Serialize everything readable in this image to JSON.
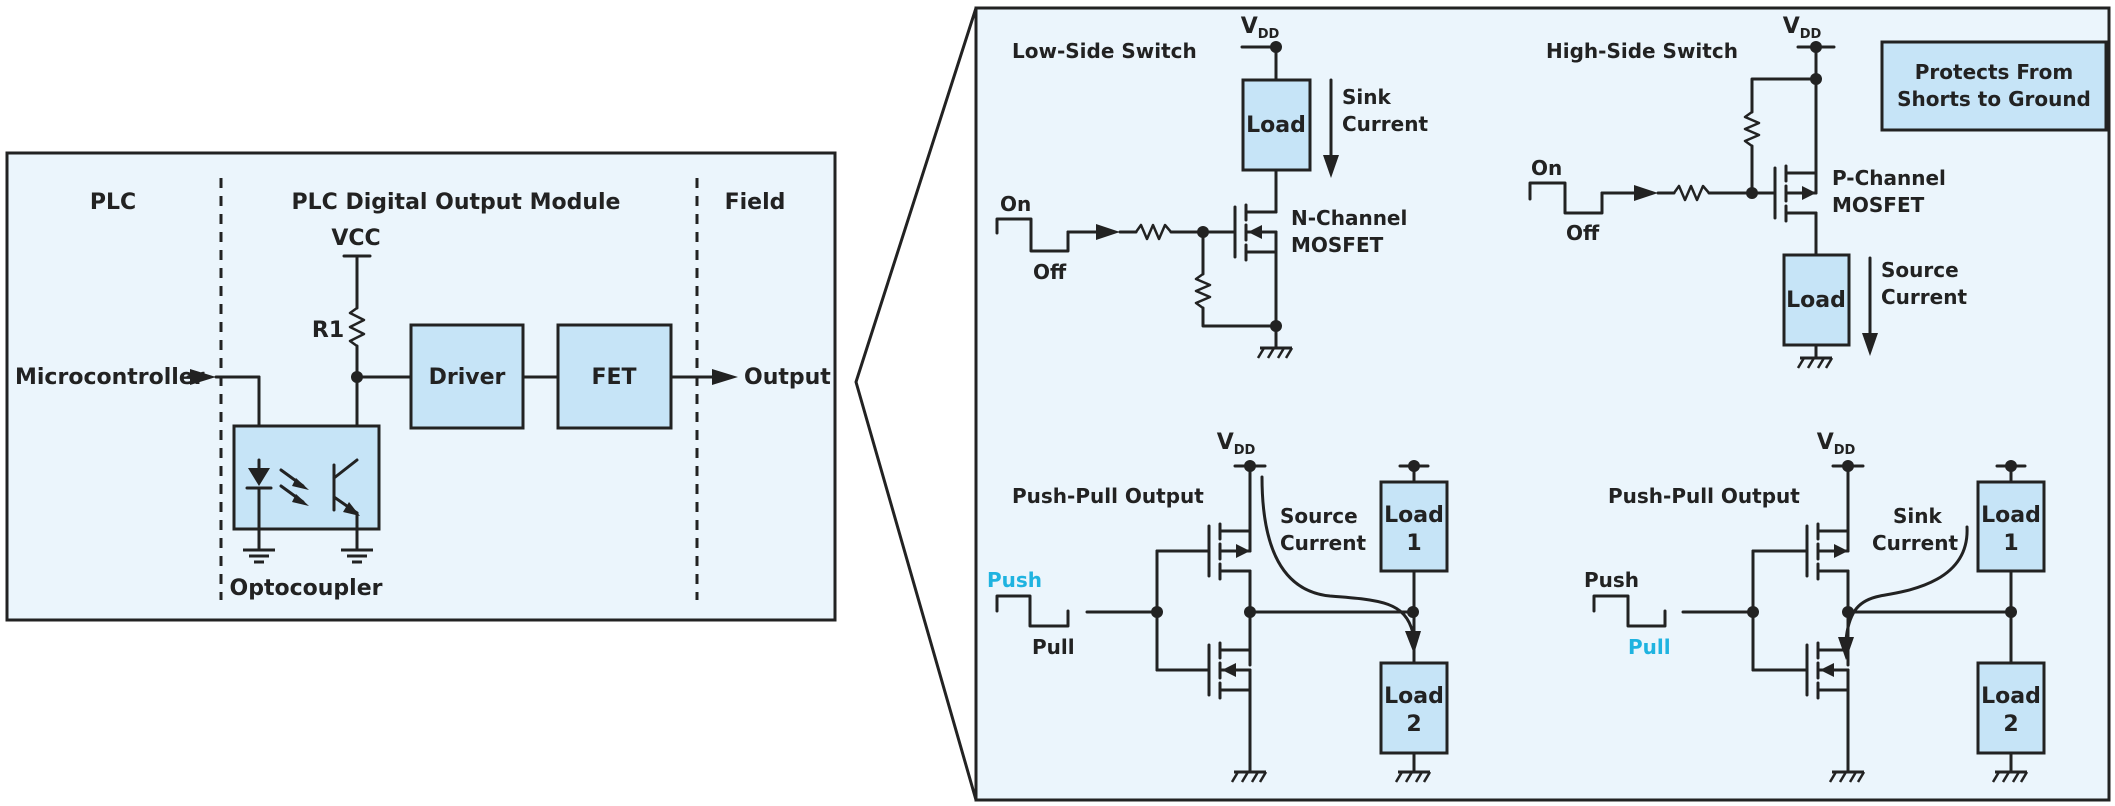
{
  "colors": {
    "panel_fill": "#ebf5fc",
    "box_fill": "#c6e4f7",
    "line": "#222222",
    "highlight_text": "#1fb3e0"
  },
  "left": {
    "section_plc": "PLC",
    "section_module": "PLC Digital Output Module",
    "section_field": "Field",
    "vcc": "VCC",
    "r1": "R1",
    "input": "Microcontroller",
    "driver": "Driver",
    "fet": "FET",
    "output": "Output",
    "optocoupler": "Optocoupler"
  },
  "supply": {
    "v": "V",
    "sub": "DD"
  },
  "low_side": {
    "title": "Low-Side Switch",
    "load": "Load",
    "current_l1": "Sink",
    "current_l2": "Current",
    "on": "On",
    "off": "Off",
    "mos_l1": "N-Channel",
    "mos_l2": "MOSFET"
  },
  "high_side": {
    "title": "High-Side Switch",
    "callout_l1": "Protects From",
    "callout_l2": "Shorts to Ground",
    "on": "On",
    "off": "Off",
    "mos_l1": "P-Channel",
    "mos_l2": "MOSFET",
    "load": "Load",
    "current_l1": "Source",
    "current_l2": "Current"
  },
  "pp1": {
    "title": "Push-Pull Output",
    "current_l1": "Source",
    "current_l2": "Current",
    "push": "Push",
    "pull": "Pull",
    "load1_a": "Load",
    "load1_b": "1",
    "load2_a": "Load",
    "load2_b": "2"
  },
  "pp2": {
    "title": "Push-Pull Output",
    "current_l1": "Sink",
    "current_l2": "Current",
    "push": "Push",
    "pull": "Pull",
    "load1_a": "Load",
    "load1_b": "1",
    "load2_a": "Load",
    "load2_b": "2"
  }
}
